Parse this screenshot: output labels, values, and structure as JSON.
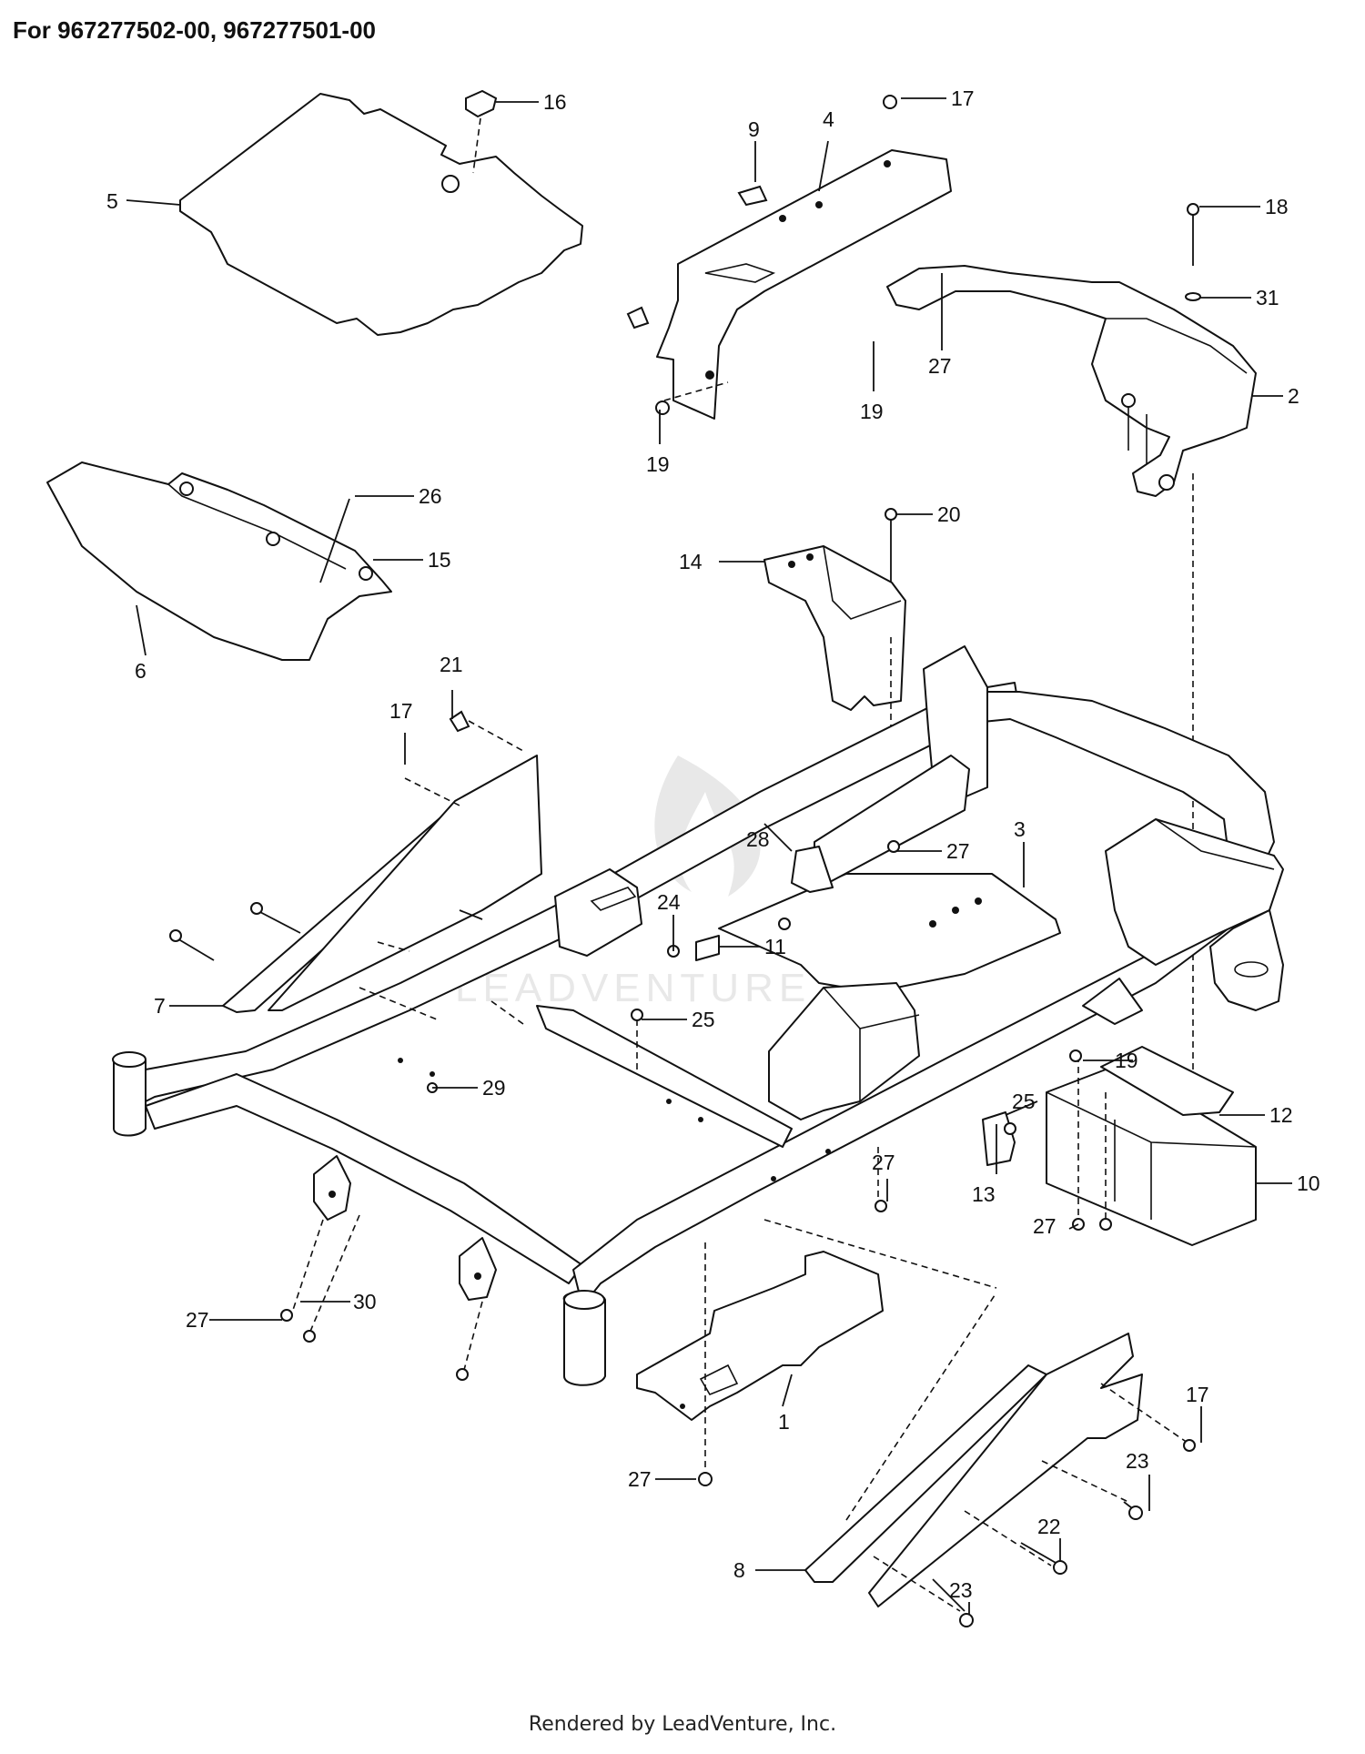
{
  "header": {
    "title": "For 967277502-00, 967277501-00"
  },
  "footer": {
    "text": "Rendered by LeadVenture, Inc."
  },
  "watermark": {
    "text": "LEADVENTURE"
  },
  "callouts": {
    "p1": "1",
    "p2": "2",
    "p3": "3",
    "p4": "4",
    "p5": "5",
    "p6": "6",
    "p7": "7",
    "p8": "8",
    "p9": "9",
    "p10": "10",
    "p11": "11",
    "p12": "12",
    "p13": "13",
    "p14": "14",
    "p15": "15",
    "p16": "16",
    "p17": "17",
    "p18": "18",
    "p19": "19",
    "p20": "20",
    "p21": "21",
    "p22": "22",
    "p23": "23",
    "p24": "24",
    "p25": "25",
    "p26": "26",
    "p27": "27",
    "p28": "28",
    "p29": "29",
    "p30": "30",
    "p31": "31"
  }
}
